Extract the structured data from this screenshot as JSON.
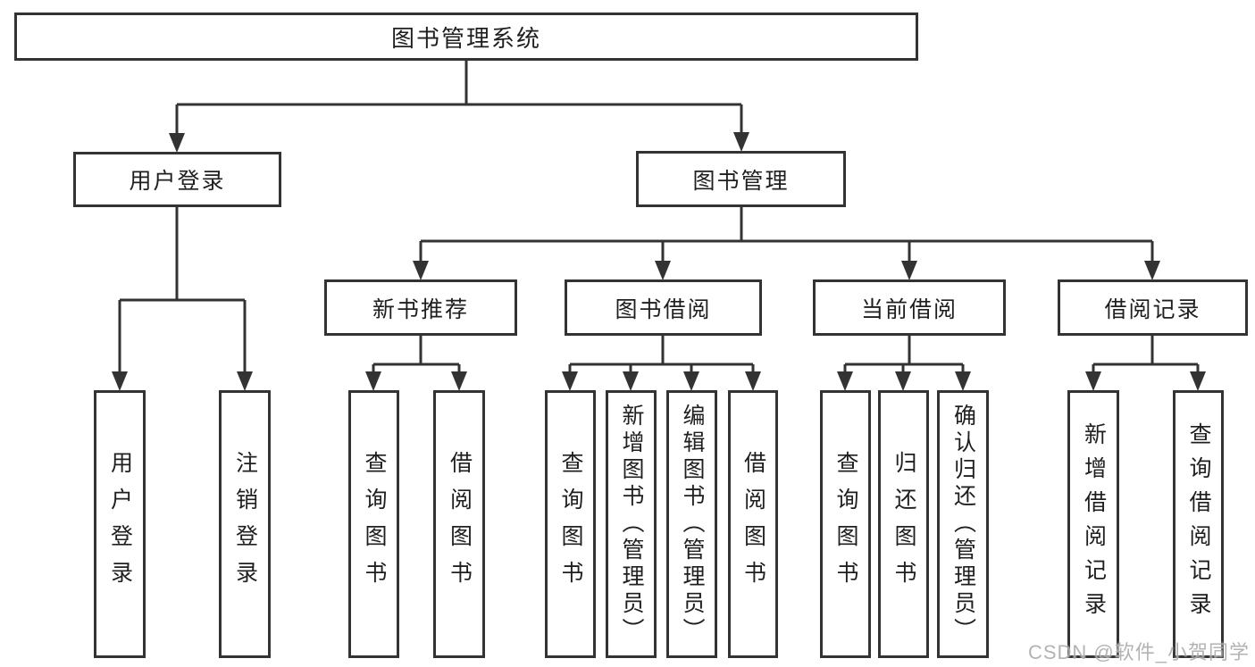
{
  "diagram": {
    "root": {
      "label": "图书管理系统"
    },
    "level2": {
      "user_login": {
        "label": "用户登录"
      },
      "book_mgmt": {
        "label": "图书管理"
      }
    },
    "level3": {
      "new_books": {
        "label": "新书推荐"
      },
      "book_borrow": {
        "label": "图书借阅"
      },
      "current_borrow": {
        "label": "当前借阅"
      },
      "borrow_records": {
        "label": "借阅记录"
      }
    },
    "leaves": {
      "user": [
        "用户登录",
        "注销登录"
      ],
      "new_books": [
        "查询图书",
        "借阅图书"
      ],
      "book_borrow": [
        "查询图书",
        "新增图书（管理员）",
        "编辑图书（管理员）",
        "借阅图书"
      ],
      "current_borrow": [
        "查询图书",
        "归还图书",
        "确认归还（管理员）"
      ],
      "borrow_records": [
        "新增借阅记录",
        "查询借阅记录"
      ]
    }
  },
  "watermark": "CSDN @软件_小贺同学",
  "colors": {
    "line": "#333333",
    "text": "#1f1f1f",
    "box_background": "#ffffff",
    "watermark": "#a0a0a0",
    "background": "#ffffff"
  }
}
